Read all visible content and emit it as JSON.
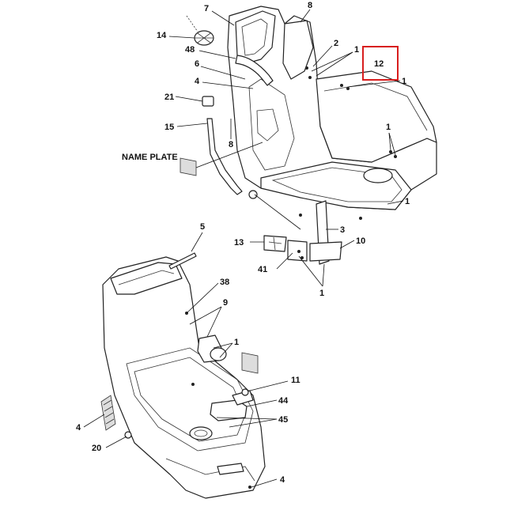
{
  "highlight": {
    "label": "12",
    "color": "#d81e1e"
  },
  "name_plate": "NAME PLATE",
  "callouts": [
    {
      "id": "c7",
      "text": "7"
    },
    {
      "id": "c8",
      "text": "8"
    },
    {
      "id": "c14",
      "text": "14"
    },
    {
      "id": "c48",
      "text": "48"
    },
    {
      "id": "c2",
      "text": "2"
    },
    {
      "id": "c1a",
      "text": "1"
    },
    {
      "id": "c6",
      "text": "6"
    },
    {
      "id": "c4a",
      "text": "4"
    },
    {
      "id": "c1b",
      "text": "1"
    },
    {
      "id": "c21",
      "text": "21"
    },
    {
      "id": "c15",
      "text": "15"
    },
    {
      "id": "c8b",
      "text": "8"
    },
    {
      "id": "c1c",
      "text": "1"
    },
    {
      "id": "c1d",
      "text": "1"
    },
    {
      "id": "c5",
      "text": "5"
    },
    {
      "id": "c3",
      "text": "3"
    },
    {
      "id": "c13",
      "text": "13"
    },
    {
      "id": "c10",
      "text": "10"
    },
    {
      "id": "c41",
      "text": "41"
    },
    {
      "id": "c1e",
      "text": "1"
    },
    {
      "id": "c38",
      "text": "38"
    },
    {
      "id": "c9",
      "text": "9"
    },
    {
      "id": "c1f",
      "text": "1"
    },
    {
      "id": "c11",
      "text": "11"
    },
    {
      "id": "c44",
      "text": "44"
    },
    {
      "id": "c45",
      "text": "45"
    },
    {
      "id": "c4b",
      "text": "4"
    },
    {
      "id": "c20",
      "text": "20"
    },
    {
      "id": "c4c",
      "text": "4"
    }
  ]
}
